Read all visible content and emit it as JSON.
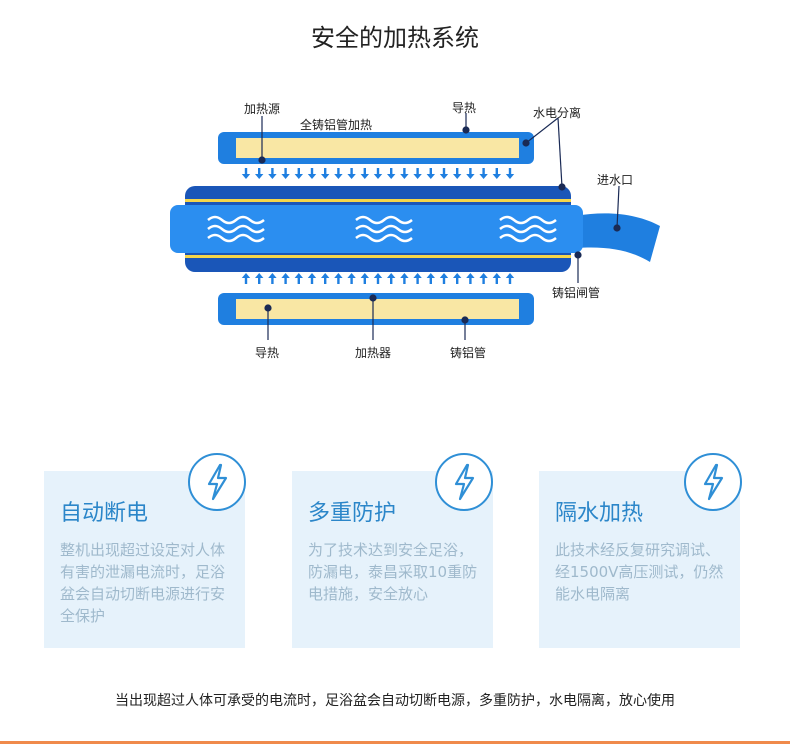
{
  "header": {
    "title": "安全的加热系统"
  },
  "diagram": {
    "labels": {
      "heat_source": "加热源",
      "full_cast_al_tube_heating": "全铸铝管加热",
      "heat_conduct_top": "导热",
      "water_electric_separation": "水电分离",
      "water_inlet": "进水口",
      "cast_al_valve_tube": "铸铝闸管",
      "heat_conduct_bottom": "导热",
      "heater": "加热器",
      "cast_al_tube": "铸铝管"
    },
    "icons": [
      "arrow-down-icon",
      "arrow-up-icon",
      "water-wave-icon"
    ]
  },
  "features": [
    {
      "title": "自动断电",
      "body": "整机出现超过设定对人体有害的泄漏电流时，足浴盆会自动切断电源进行安全保护",
      "icon": "lightning-icon"
    },
    {
      "title": "多重防护",
      "body": "为了技术达到安全足浴，防漏电，泰昌采取10重防电措施，安全放心",
      "icon": "lightning-icon"
    },
    {
      "title": "隔水加热",
      "body": "此技术经反复研究调试、经1500V高压测试，仍然能水电隔离",
      "icon": "lightning-icon"
    }
  ],
  "footer": {
    "text": "当出现超过人体可承受的电流时，足浴盆会自动切断电源，多重防护，水电隔离，放心使用"
  },
  "colors": {
    "accent": "#2b86c9",
    "tube_blue": "#1f7fe0",
    "tube_dark": "#1a56b8",
    "core_yellow": "#f9e7a4",
    "card_bg": "#e6f2fb",
    "bottom_line": "#f08a4b"
  }
}
